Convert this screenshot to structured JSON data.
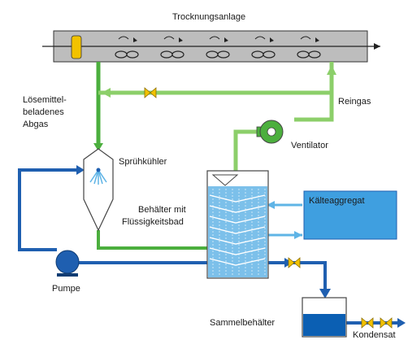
{
  "labels": {
    "dryer": "Trocknungsanlage",
    "exhaust_1": "Lösemittel-",
    "exhaust_2": "beladenes",
    "exhaust_3": "Abgas",
    "clean_gas": "Reingas",
    "fan": "Ventilator",
    "spray_cooler": "Sprühkühler",
    "tank_1": "Behälter mit",
    "tank_2": "Flüssigkeitsbad",
    "chiller": "Kälteaggregat",
    "pump": "Pumpe",
    "collector": "Sammelbehälter",
    "condensate": "Kondensat"
  },
  "colors": {
    "exhaust_line": "#4caf3e",
    "clean_line": "#8ccf6a",
    "liquid_line": "#1f5fb0",
    "cold_line": "#5fb4e6",
    "chiller_fill": "#3f9fe0",
    "valve": "#f2c200",
    "dryer_fill": "#bdbdbd",
    "collector_liquid": "#0b5fb3"
  },
  "icons": [
    "butterfly-valve-icon",
    "fan-icon",
    "pump-icon",
    "spray-nozzle-icon",
    "cooling-coil-icon"
  ]
}
